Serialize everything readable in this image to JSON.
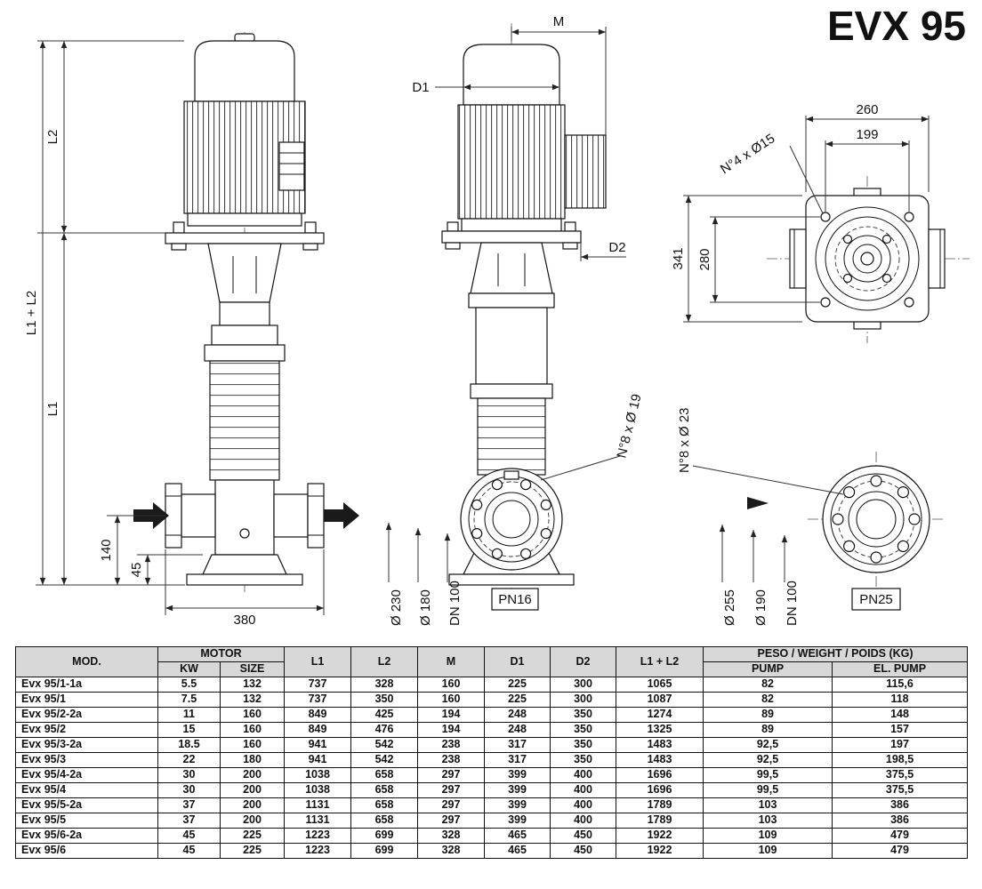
{
  "title": "EVX 95",
  "drawing": {
    "front": {
      "l2": "L2",
      "l1l2": "L1 + L2",
      "l1": "L1",
      "d140": "140",
      "d45": "45",
      "d380": "380"
    },
    "side": {
      "m": "M",
      "d1": "D1",
      "d2": "D2",
      "dia230": "Ø 230",
      "dia180": "Ø 180",
      "dn100": "DN 100",
      "pn": "PN16",
      "bolts": "N°8 x Ø 19"
    },
    "top": {
      "d260": "260",
      "d199": "199",
      "d341": "341",
      "d280": "280",
      "bolts": "N°4 x Ø15"
    },
    "flange": {
      "dia255": "Ø 255",
      "dia190": "Ø 190",
      "dn100": "DN 100",
      "pn": "PN25",
      "bolts": "N°8 x Ø 23"
    }
  },
  "table": {
    "col_mod": "MOD.",
    "col_motor": "MOTOR",
    "col_kw": "KW",
    "col_size": "SIZE",
    "col_l1": "L1",
    "col_l2": "L2",
    "col_m": "M",
    "col_d1": "D1",
    "col_d2": "D2",
    "col_l1l2": "L1 + L2",
    "col_peso": "PESO / WEIGHT / POIDS (KG)",
    "col_pump": "PUMP",
    "col_elpump": "EL. PUMP",
    "rows": [
      [
        "Evx 95/1-1a",
        "5.5",
        "132",
        "737",
        "328",
        "160",
        "225",
        "300",
        "1065",
        "82",
        "115,6"
      ],
      [
        "Evx 95/1",
        "7.5",
        "132",
        "737",
        "350",
        "160",
        "225",
        "300",
        "1087",
        "82",
        "118"
      ],
      [
        "Evx 95/2-2a",
        "11",
        "160",
        "849",
        "425",
        "194",
        "248",
        "350",
        "1274",
        "89",
        "148"
      ],
      [
        "Evx 95/2",
        "15",
        "160",
        "849",
        "476",
        "194",
        "248",
        "350",
        "1325",
        "89",
        "157"
      ],
      [
        "Evx 95/3-2a",
        "18.5",
        "160",
        "941",
        "542",
        "238",
        "317",
        "350",
        "1483",
        "92,5",
        "197"
      ],
      [
        "Evx 95/3",
        "22",
        "180",
        "941",
        "542",
        "238",
        "317",
        "350",
        "1483",
        "92,5",
        "198,5"
      ],
      [
        "Evx 95/4-2a",
        "30",
        "200",
        "1038",
        "658",
        "297",
        "399",
        "400",
        "1696",
        "99,5",
        "375,5"
      ],
      [
        "Evx 95/4",
        "30",
        "200",
        "1038",
        "658",
        "297",
        "399",
        "400",
        "1696",
        "99,5",
        "375,5"
      ],
      [
        "Evx 95/5-2a",
        "37",
        "200",
        "1131",
        "658",
        "297",
        "399",
        "400",
        "1789",
        "103",
        "386"
      ],
      [
        "Evx 95/5",
        "37",
        "200",
        "1131",
        "658",
        "297",
        "399",
        "400",
        "1789",
        "103",
        "386"
      ],
      [
        "Evx 95/6-2a",
        "45",
        "225",
        "1223",
        "699",
        "328",
        "465",
        "450",
        "1922",
        "109",
        "479"
      ],
      [
        "Evx 95/6",
        "45",
        "225",
        "1223",
        "699",
        "328",
        "465",
        "450",
        "1922",
        "109",
        "479"
      ]
    ]
  }
}
